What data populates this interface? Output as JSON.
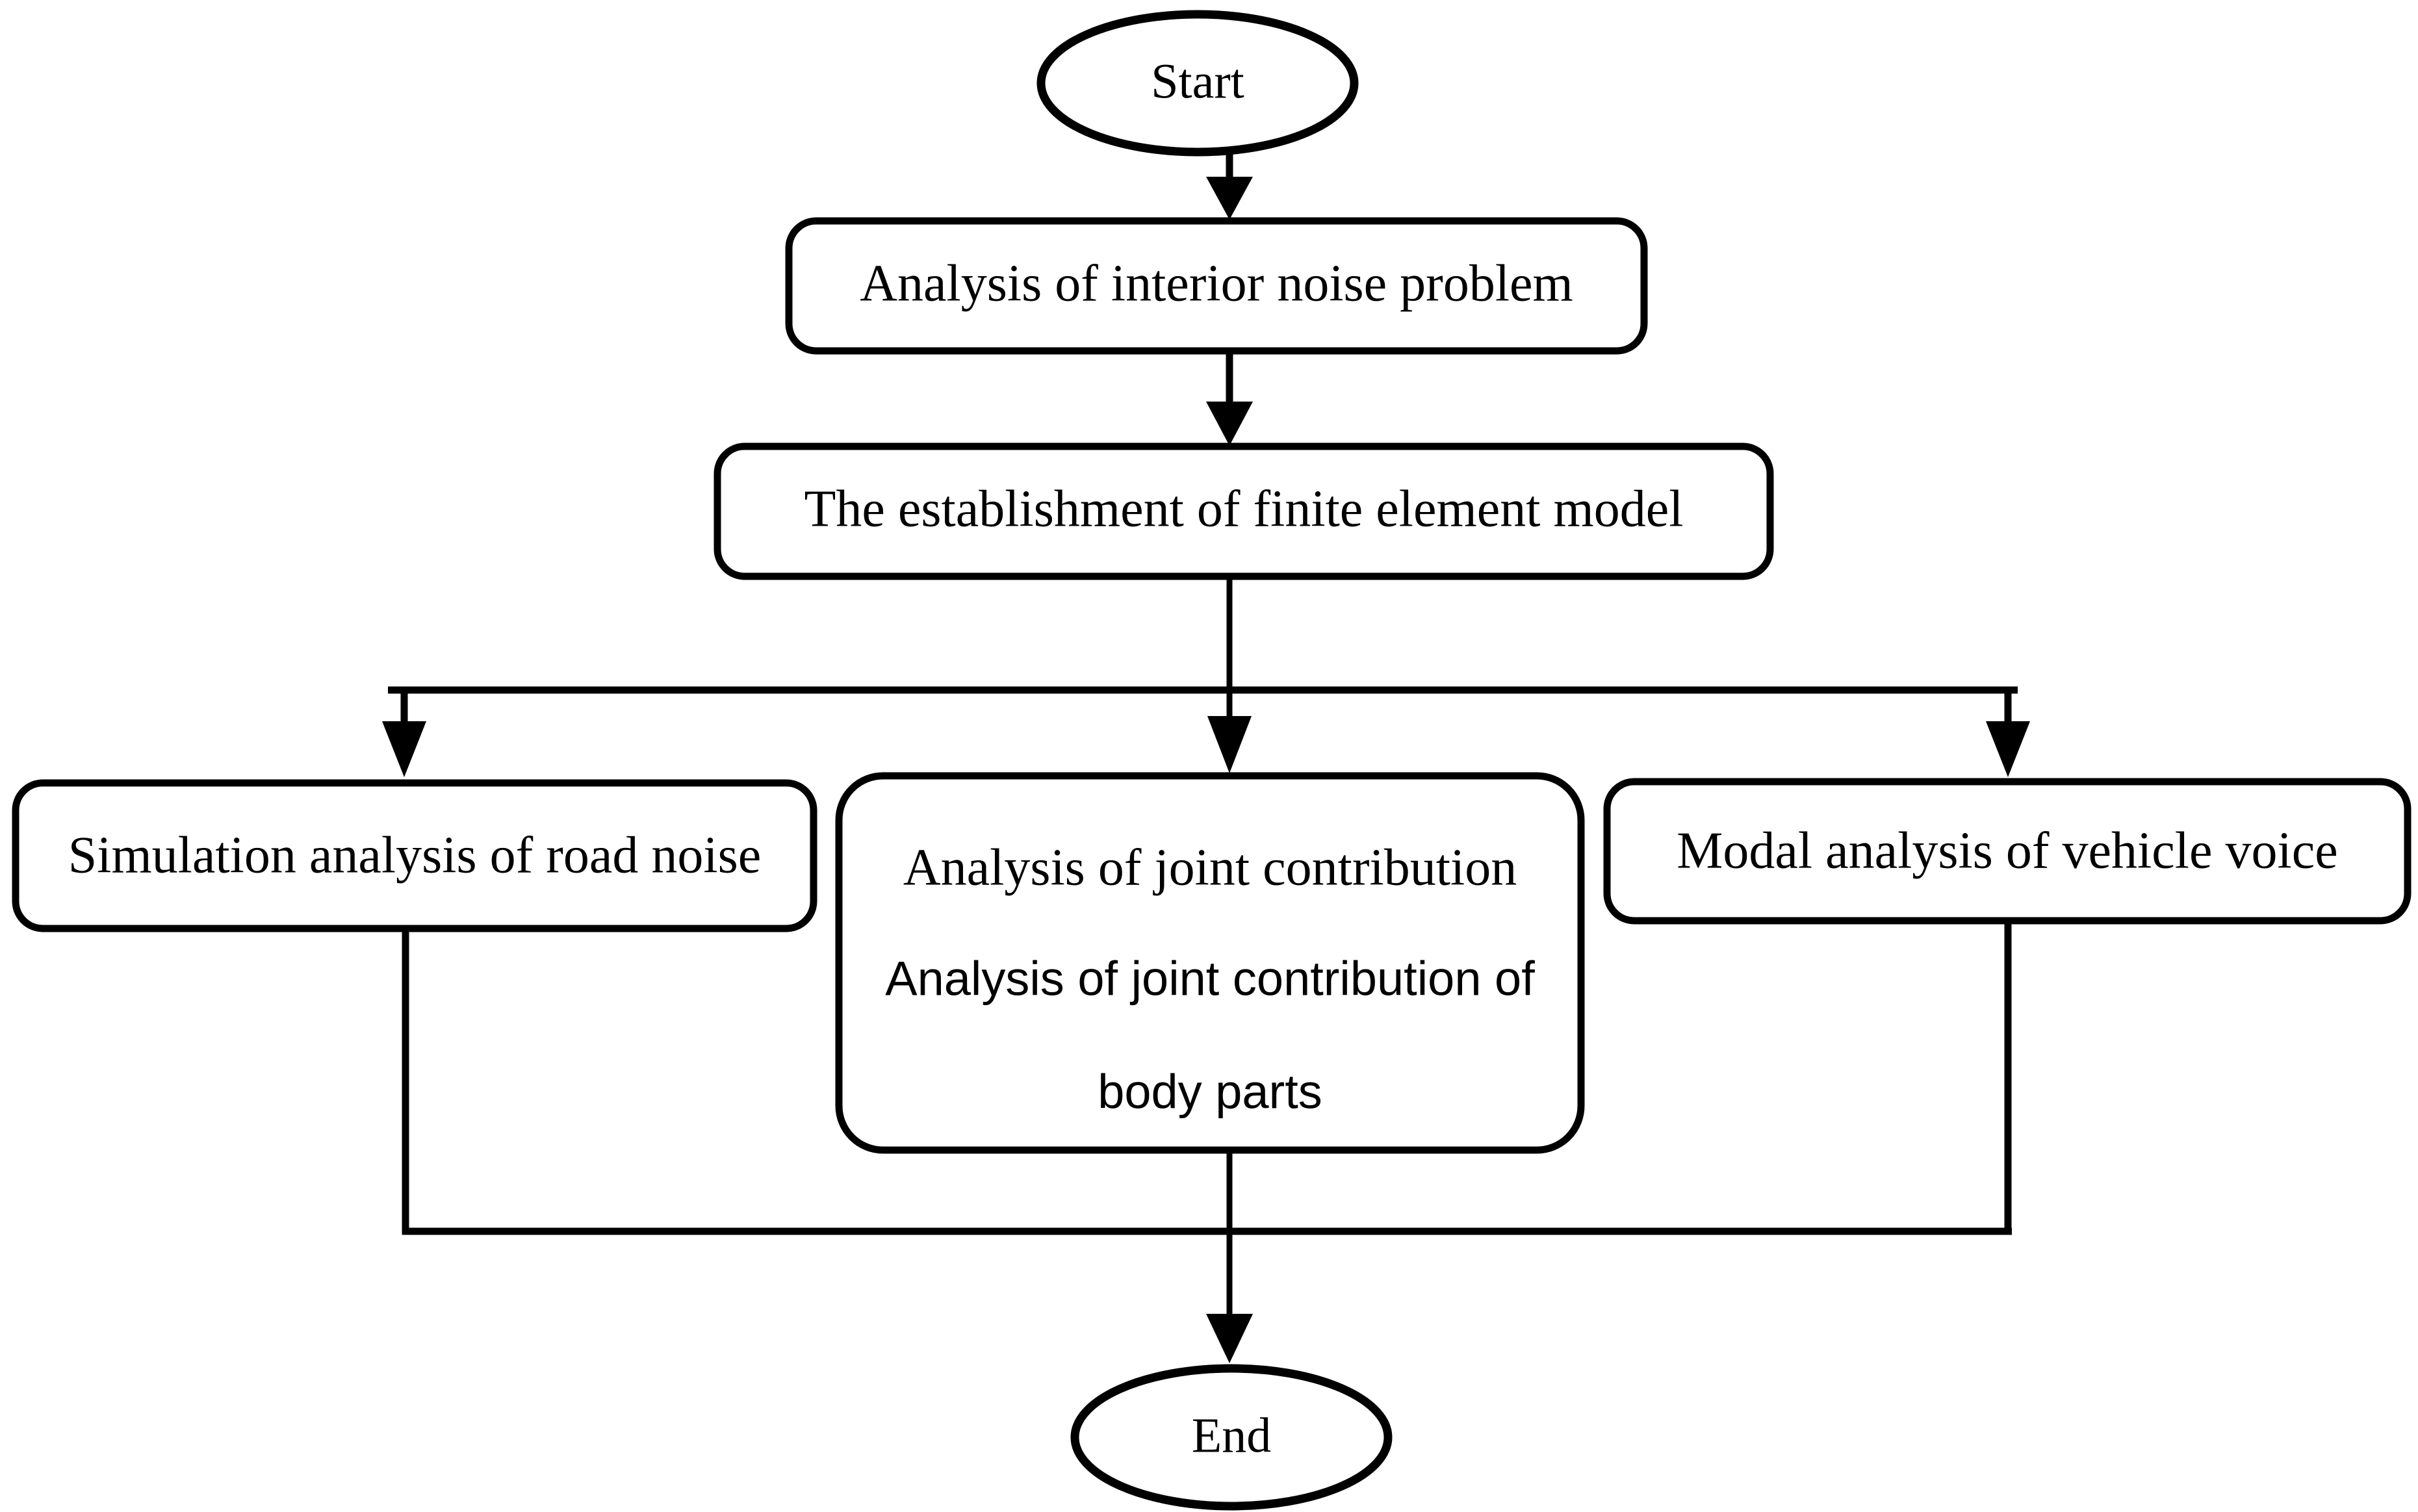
{
  "diagram": {
    "type": "flowchart",
    "orientation": "top-to-bottom",
    "background_color": "#ffffff",
    "line_color": "#000000",
    "text_color": "#000000",
    "nodes": {
      "start": {
        "label": "Start",
        "shape": "ellipse"
      },
      "step1": {
        "label": "Analysis of interior noise problem",
        "shape": "rounded-rectangle"
      },
      "step2": {
        "label": "The establishment of finite element model",
        "shape": "rounded-rectangle"
      },
      "branch_left": {
        "label": "Simulation analysis of road noise",
        "shape": "rounded-rectangle"
      },
      "branch_center": {
        "shape": "rounded-rectangle",
        "line1": "Analysis of joint contribution",
        "line2": "Analysis of joint contribution of",
        "line3": "body parts"
      },
      "branch_right": {
        "label": "Modal analysis of vehicle voice",
        "shape": "rounded-rectangle"
      },
      "end": {
        "label": "End",
        "shape": "ellipse"
      }
    },
    "edges": [
      {
        "from": "start",
        "to": "step1",
        "arrow": true
      },
      {
        "from": "step1",
        "to": "step2",
        "arrow": true
      },
      {
        "from": "step2",
        "to": "branch_left",
        "arrow": true
      },
      {
        "from": "step2",
        "to": "branch_center",
        "arrow": true
      },
      {
        "from": "step2",
        "to": "branch_right",
        "arrow": true
      },
      {
        "from": "branch_left",
        "to": "end",
        "arrow": false
      },
      {
        "from": "branch_center",
        "to": "end",
        "arrow": true
      },
      {
        "from": "branch_right",
        "to": "end",
        "arrow": false
      }
    ]
  }
}
